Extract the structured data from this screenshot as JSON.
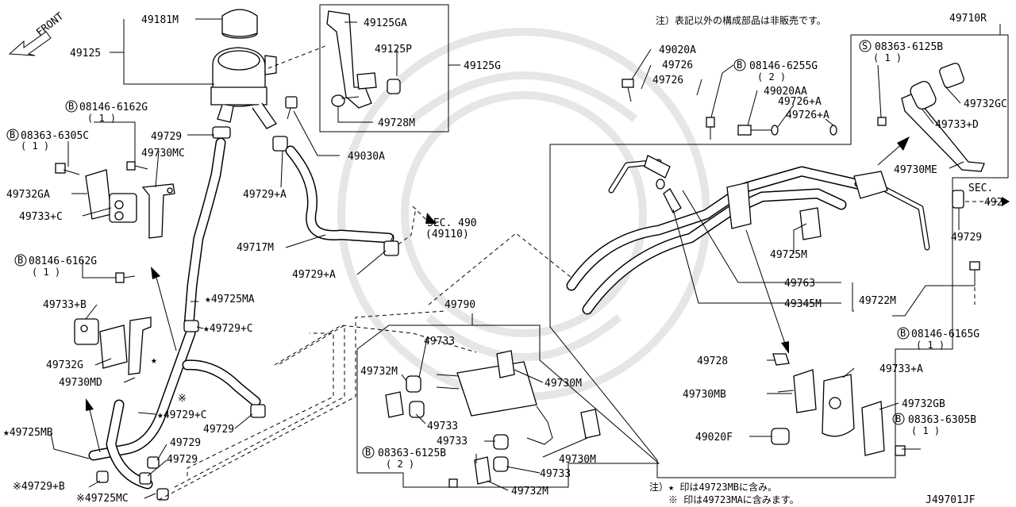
{
  "diagram": {
    "front_label": "FRONT",
    "code": "J49701JF",
    "note_top": "注）表記以外の構成部品は非販売です。",
    "note_bottom_1": "注）★ 印は49723MBに含み。",
    "note_bottom_2": "※ 印は49723MAに含みます。",
    "labels": {
      "p49181M": "49181M",
      "p49125": "49125",
      "p49125GA": "49125GA",
      "p49125P": "49125P",
      "p49125G": "49125G",
      "p49728M": "49728M",
      "b08146_6162G_a": "08146-6162G",
      "q1_a": "( 1 )",
      "s08363_6305C": "08363-6305C",
      "q1_b": "( 1 )",
      "p49729_a": "49729",
      "p49730MC": "49730MC",
      "p49030A": "49030A",
      "p49732GA": "49732GA",
      "p49733C": "49733+C",
      "p49729A_a": "49729+A",
      "p49717M": "49717M",
      "sec490": "SEC. 490",
      "p49110": "(49110)",
      "p49729A_b": "49729+A",
      "b08146_6162G_b": "08146-6162G",
      "q1_c": "( 1 )",
      "p49725MA": "★49725MA",
      "p49733B": "49733+B",
      "p49729C_a": "★49729+C",
      "p49732G": "49732G",
      "p49730MD": "49730MD",
      "star_mark": "★",
      "kome_mark": "※",
      "p49729C_b": "★49729+C",
      "p49725MB": "★49725MB",
      "p49729_b": "49729",
      "p49729_c": "49729",
      "p49729_d": "49729",
      "p49729B": "※49729+B",
      "p49725MC": "※49725MC",
      "p49790": "49790",
      "p49733_a": "49733",
      "p49732M_a": "49732M",
      "p49730M_a": "49730M",
      "p49733_b": "49733",
      "p49733_c": "49733",
      "s08363_6125B_a": "08363-6125B",
      "q2_a": "( 2 )",
      "p49730M_b": "49730M",
      "p49733_d": "49733",
      "p49732M_b": "49732M",
      "p49020A": "49020A",
      "p49726_a": "49726",
      "p49726_b": "49726",
      "b08146_6255G": "08146-6255G",
      "q2_b": "( 2 )",
      "p49020AA": "49020AA",
      "p49726A_a": "49726+A",
      "p49726A_b": "49726+A",
      "p49710R": "49710R",
      "s08363_6125B_b": "08363-6125B",
      "q1_d": "( 1 )",
      "p49732GC": "49732GC",
      "p49733D": "49733+D",
      "p49730ME": "49730ME",
      "sec492": "SEC.",
      "p492": "492",
      "p49729_e": "49729",
      "p49725M": "49725M",
      "p49763": "49763",
      "p49345M": "49345M",
      "p49722M": "49722M",
      "b08146_6165G": "08146-6165G",
      "q1_e": "( 1 )",
      "p49728": "49728",
      "p49733A": "49733+A",
      "p49730MB": "49730MB",
      "p49732GB": "49732GB",
      "s08363_6305B": "08363-6305B",
      "q1_f": "( 1 )",
      "p49020F": "49020F"
    },
    "bolt_markers": {
      "b": "B",
      "s": "S"
    }
  }
}
